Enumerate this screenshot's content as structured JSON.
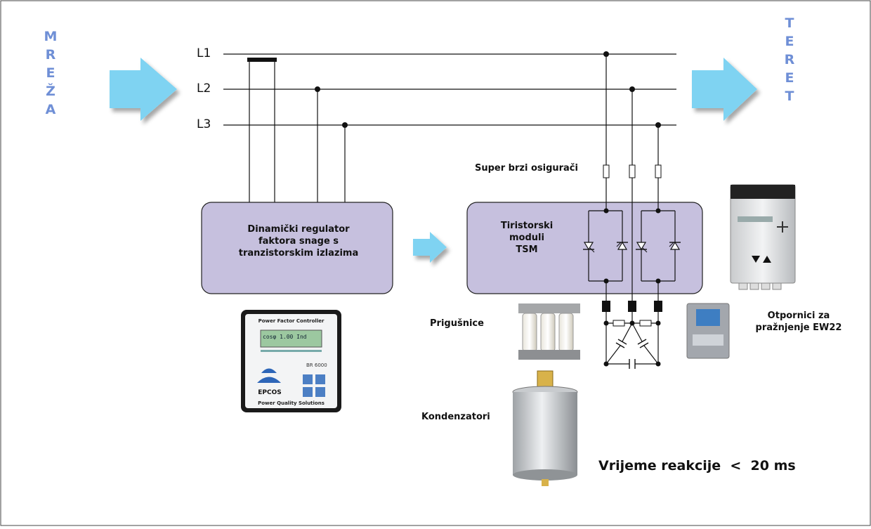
{
  "left_word": [
    "M",
    "R",
    "E",
    "Ž",
    "A"
  ],
  "right_word": [
    "T",
    "E",
    "R",
    "E",
    "T"
  ],
  "lines": {
    "l1": "L1",
    "l2": "L2",
    "l3": "L3"
  },
  "labels": {
    "fuses": "Super brzi osigurači",
    "controller_line1": "Dinamički regulator",
    "controller_line2": "faktora snage  s",
    "controller_line3": "tranzistorskim izlazima",
    "tsm_line1": "Tiristorski",
    "tsm_line2": "moduli",
    "tsm_line3": "TSM",
    "chokes": "Prigušnice",
    "resistors_line1": "Otpornici za",
    "resistors_line2": "pražnjenje EW22",
    "capacitors": "Kondenzatori",
    "reaction": "Vrijeme reakcije  <  20 ms"
  },
  "device": {
    "title": "Power Factor Controller",
    "display_text": "cosφ 1.00 Ind",
    "model": "BR 6000",
    "brand": "EPCOS",
    "footer": "Power Quality Solutions"
  },
  "colors": {
    "arrow": "#7fd3f2",
    "box": "#c6c0de",
    "word": "#6f8fd6"
  }
}
